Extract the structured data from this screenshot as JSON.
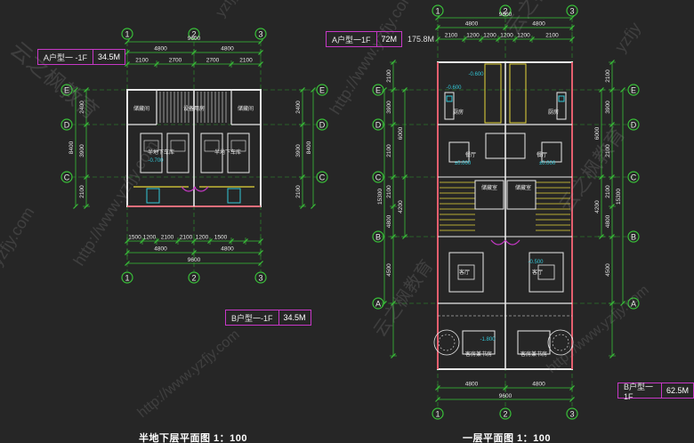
{
  "plan_left": {
    "title": "半地下层平面图  1：100",
    "tag_top": {
      "label": "A户型一 -1F",
      "value": "34.5M"
    },
    "tag_bottom": {
      "label": "B户型一-1F",
      "value": "34.5M"
    },
    "grid_cols": [
      "1",
      "2",
      "3"
    ],
    "grid_rows": [
      "E",
      "D",
      "C"
    ],
    "top_total": "9600",
    "top_half": [
      "4800",
      "4800"
    ],
    "top_sub": [
      "2100",
      "2700",
      "2700",
      "2100"
    ],
    "bottom_sub": [
      "1500",
      "1200",
      "2100",
      "2100",
      "1200",
      "1500"
    ],
    "bottom_half": [
      "4800",
      "4800"
    ],
    "bottom_total": "9600",
    "side_sub": [
      "2400",
      "3900",
      "2100"
    ],
    "side_total": "8400",
    "rooms": [
      "储藏间",
      "设备用房",
      "储藏间",
      "半地下车库",
      "半地下车库"
    ],
    "level": "-0.700"
  },
  "plan_right": {
    "title": "一层平面图  1：100",
    "tag_top": {
      "label": "A户型一1F",
      "value": "72M",
      "extra": "175.8M"
    },
    "tag_bottom": {
      "label": "B户型一1F",
      "value": "62.5M"
    },
    "grid_cols": [
      "1",
      "2",
      "3"
    ],
    "grid_rows": [
      "E",
      "D",
      "C",
      "B",
      "A"
    ],
    "top_total": "9600",
    "top_half": [
      "4800",
      "4800"
    ],
    "top_sub": [
      "2100",
      "1200",
      "1200",
      "1200",
      "1200",
      "2100"
    ],
    "bottom_half": [
      "4800",
      "4800"
    ],
    "bottom_total": "9600",
    "side_sub": [
      "2100",
      "3900",
      "2100",
      "2100",
      "4800",
      "4500"
    ],
    "side_mid": [
      "6000",
      "4200"
    ],
    "side_total": "15300",
    "rooms": [
      "厨房",
      "厨房",
      "餐厅",
      "餐厅",
      "储藏室",
      "储藏室",
      "客厅",
      "客厅",
      "客房兼书房",
      "客房兼书房"
    ],
    "levels": [
      "-0.600",
      "±0.000",
      "-0.600",
      "±0.000",
      "-0.500",
      "-1.800"
    ]
  },
  "watermark": {
    "url": "http://www.yzfjy.com",
    "brand": "云之枫教育",
    "domain": "yzfjy"
  }
}
